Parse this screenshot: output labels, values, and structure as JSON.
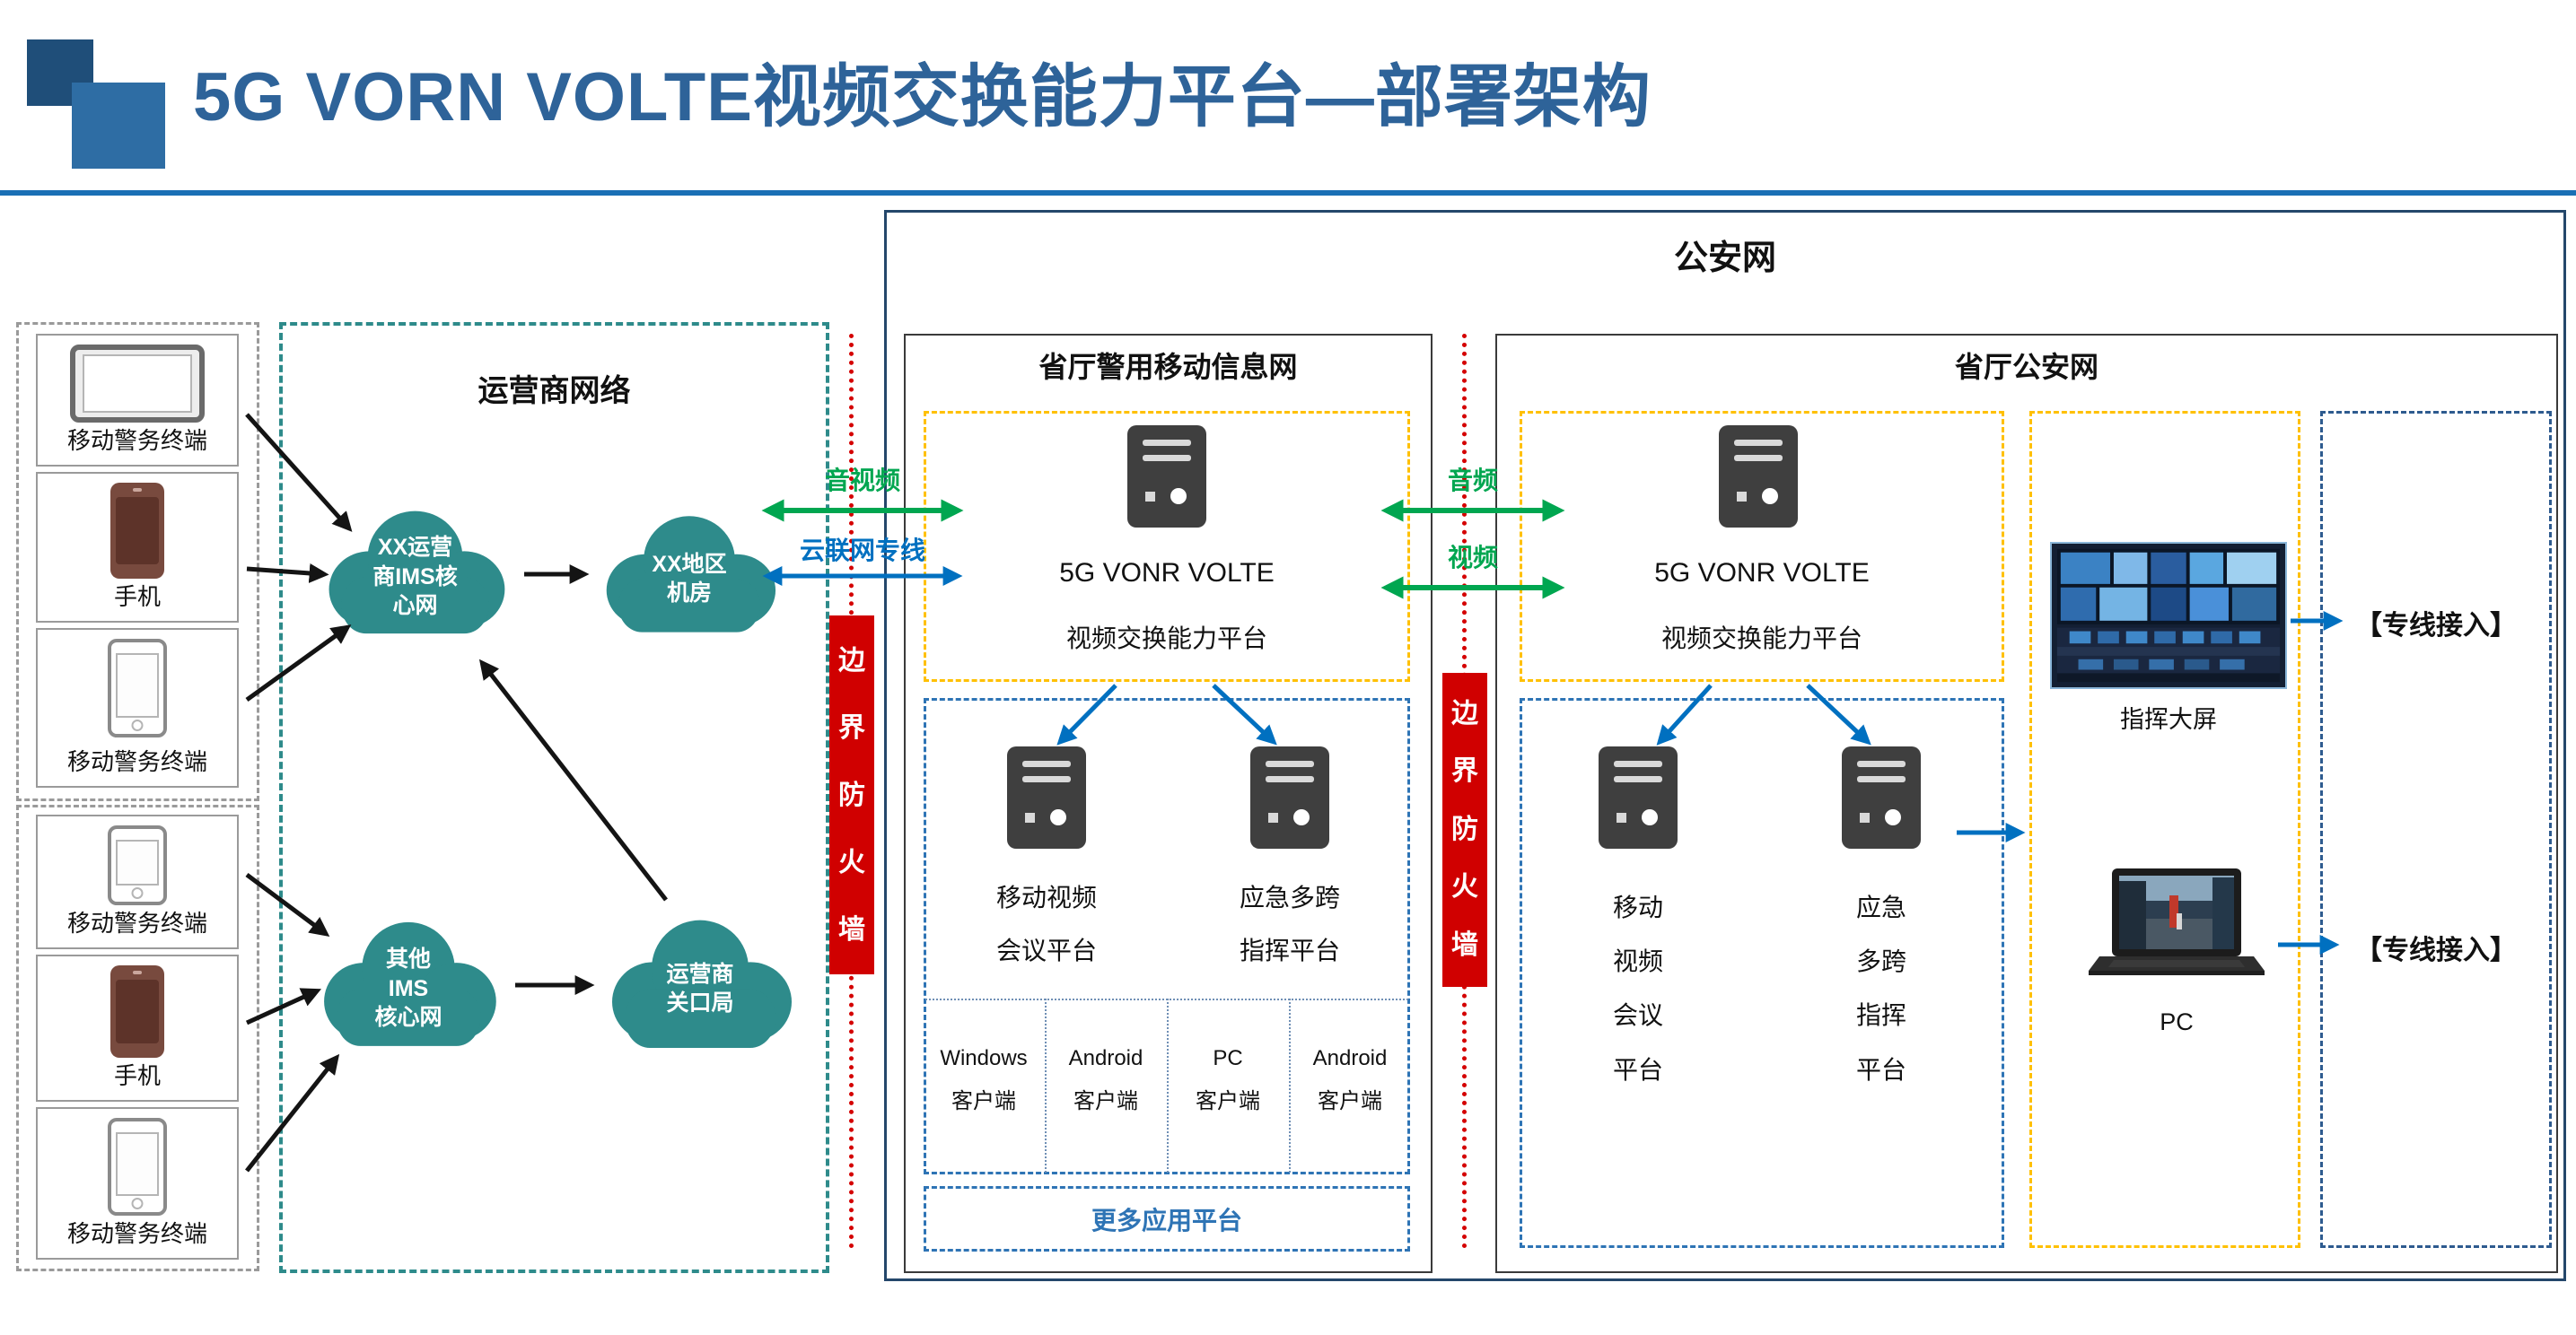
{
  "header": {
    "title": "5G VORN VOLTE视频交换能力平台—部署架构"
  },
  "terminal_groups": [
    {
      "items": [
        {
          "icon": "tablet",
          "label": "移动警务终端"
        },
        {
          "icon": "phone-dark",
          "label": "手机"
        },
        {
          "icon": "phone-light",
          "label": "移动警务终端"
        }
      ]
    },
    {
      "items": [
        {
          "icon": "phone-light",
          "label": "移动警务终端"
        },
        {
          "icon": "phone-dark",
          "label": "手机"
        },
        {
          "icon": "phone-light",
          "label": "移动警务终端"
        }
      ]
    }
  ],
  "operator_network": {
    "title": "运营商网络",
    "clouds": [
      {
        "label": "XX运营\n商IMS核\n心网"
      },
      {
        "label": "XX地区\n机房"
      },
      {
        "label": "其他\nIMS\n核心网"
      },
      {
        "label": "运营商\n关口局"
      }
    ]
  },
  "firewalls": [
    {
      "label": "边界防火墙"
    },
    {
      "label": "边界防火墙"
    }
  ],
  "link_labels": {
    "audio_video": "音视频",
    "cloud_line": "云联网专线",
    "audio": "音频",
    "video": "视频"
  },
  "security_net": {
    "title": "公安网"
  },
  "mobile_info_net": {
    "title": "省厅警用移动信息网",
    "platform_name": "5G VONR VOLTE",
    "platform_desc": "视频交换能力平台",
    "servers": [
      {
        "label": "移动视频\n会议平台"
      },
      {
        "label": "应急多跨\n指挥平台"
      }
    ],
    "clients": [
      {
        "label": "Windows\n客户端"
      },
      {
        "label": "Android\n客户端"
      },
      {
        "label": "PC\n客户端"
      },
      {
        "label": "Android\n客户端"
      }
    ],
    "more_label": "更多应用平台"
  },
  "provincial_net": {
    "title": "省厅公安网",
    "platform_name": "5G VONR VOLTE",
    "platform_desc": "视频交换能力平台",
    "servers": [
      {
        "label": "移动\n视频\n会议\n平台"
      },
      {
        "label": "应急\n多跨\n指挥\n平台"
      }
    ],
    "big_screen_label": "指挥大屏",
    "pc_label": "PC",
    "access_links": [
      {
        "label": "【专线接入】"
      },
      {
        "label": "【专线接入】"
      }
    ]
  }
}
